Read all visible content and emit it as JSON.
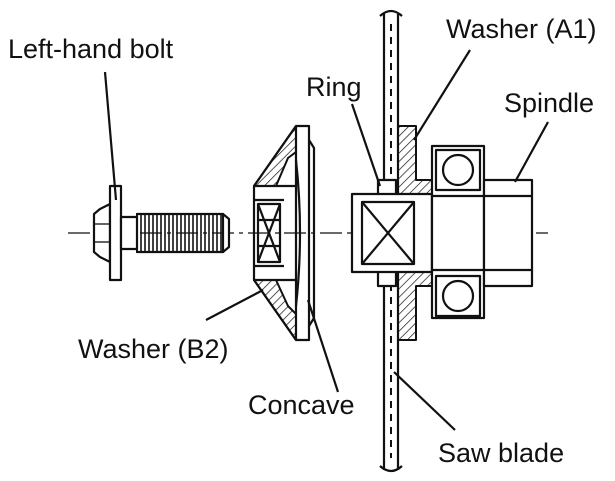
{
  "labels": {
    "left_hand_bolt": "Left-hand bolt",
    "ring": "Ring",
    "washer_a1": "Washer (A1)",
    "spindle": "Spindle",
    "washer_b2": "Washer (B2)",
    "concave": "Concave",
    "saw_blade": "Saw blade"
  },
  "colors": {
    "ink": "#111111",
    "background": "#ffffff"
  }
}
